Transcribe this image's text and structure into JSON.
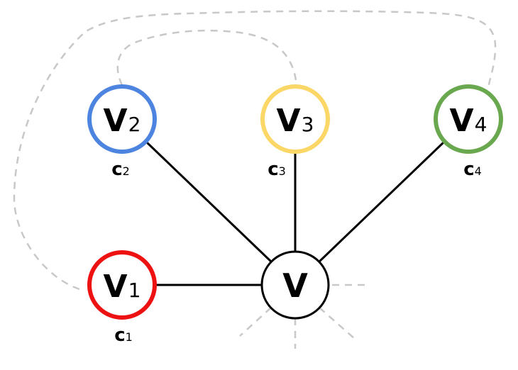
{
  "nodes": {
    "v": {
      "label": "V",
      "stroke": "#000000"
    },
    "v1": {
      "label": "V",
      "sub": "1",
      "color_label": "c",
      "color_sub": "1",
      "stroke": "#ee1111"
    },
    "v2": {
      "label": "V",
      "sub": "2",
      "color_label": "c",
      "color_sub": "2",
      "stroke": "#4d84e0"
    },
    "v3": {
      "label": "V",
      "sub": "3",
      "color_label": "c",
      "color_sub": "3",
      "stroke": "#fbd768"
    },
    "v4": {
      "label": "V",
      "sub": "4",
      "color_label": "c",
      "color_sub": "4",
      "stroke": "#6aa84f"
    }
  },
  "edges": [
    {
      "from": "v",
      "to": "v1",
      "style": "solid"
    },
    {
      "from": "v",
      "to": "v2",
      "style": "solid"
    },
    {
      "from": "v",
      "to": "v3",
      "style": "solid"
    },
    {
      "from": "v",
      "to": "v4",
      "style": "solid"
    },
    {
      "from": "v1",
      "to": "v4",
      "style": "dashed"
    },
    {
      "from": "v2",
      "to": "v3",
      "style": "dashed"
    }
  ],
  "colors": {
    "solid_edge": "#000000",
    "dashed_edge": "#c8c8c8"
  }
}
